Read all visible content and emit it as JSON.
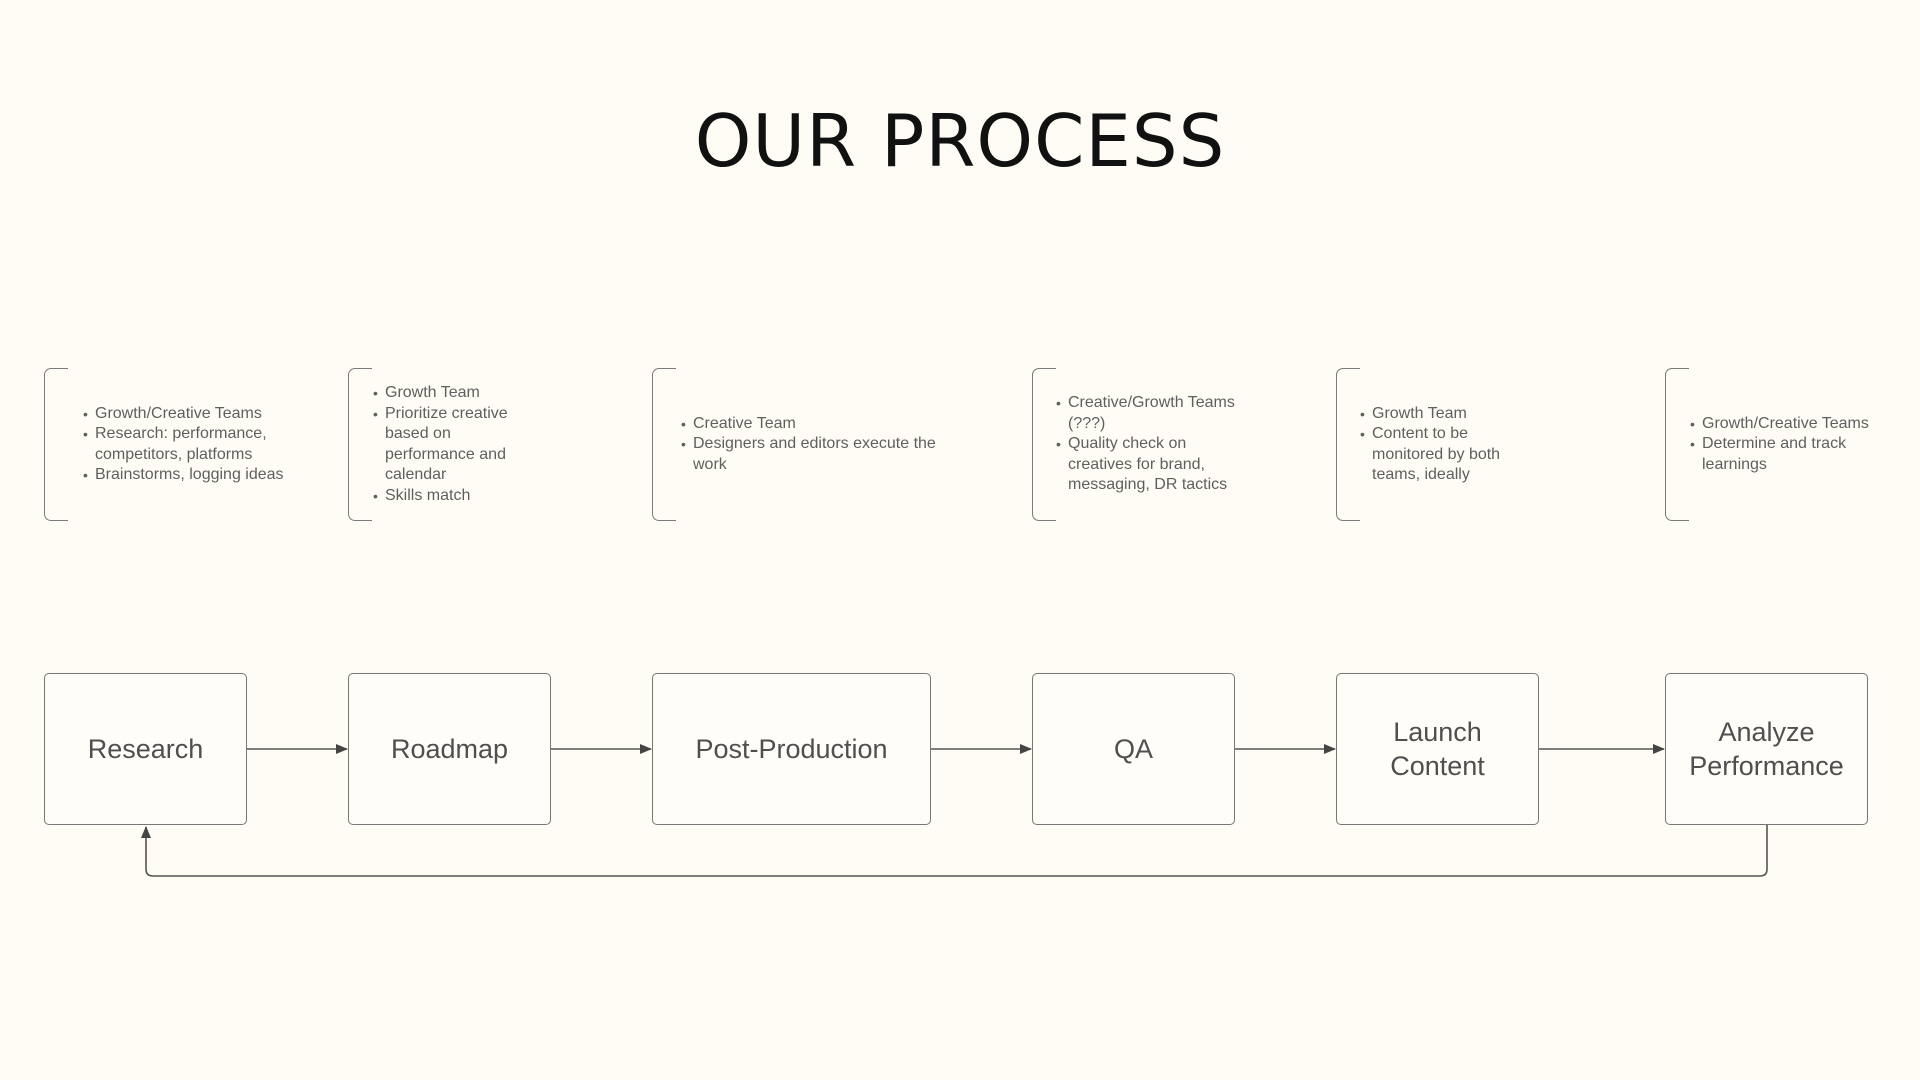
{
  "title": "OUR PROCESS",
  "steps": [
    {
      "label": "Research",
      "notes": [
        "Growth/Creative Teams",
        "Research: performance, competitors, platforms",
        "Brainstorms, logging ideas"
      ]
    },
    {
      "label": "Roadmap",
      "notes": [
        "Growth Team",
        "Prioritize creative based on performance and calendar",
        "Skills match"
      ]
    },
    {
      "label": "Post-Production",
      "notes": [
        "Creative Team",
        "Designers and editors execute the work"
      ]
    },
    {
      "label": "QA",
      "notes": [
        "Creative/Growth Teams (???)",
        "Quality check on creatives for brand, messaging, DR tactics"
      ]
    },
    {
      "label": "Launch\nContent",
      "notes": [
        "Growth Team",
        "Content to be monitored by both teams, ideally"
      ]
    },
    {
      "label": "Analyze\nPerformance",
      "notes": [
        "Growth/Creative Teams",
        "Determine and track learnings"
      ]
    }
  ],
  "colors": {
    "background": "#fffcf5",
    "line": "#555555",
    "box_border": "#777777",
    "text": "#4f4f4f",
    "title": "#111111"
  }
}
